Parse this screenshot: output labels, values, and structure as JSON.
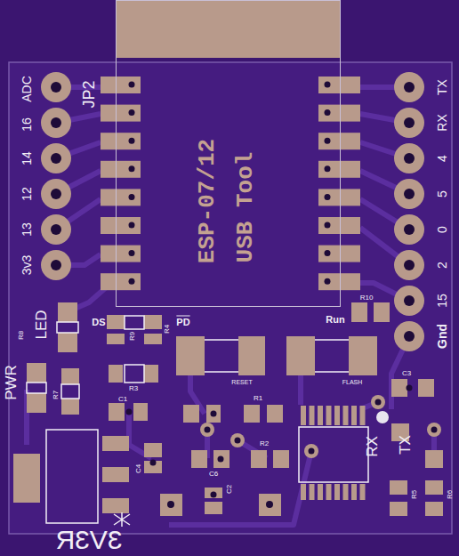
{
  "diagram": {
    "nodes": [
      {
        "text": [
          "ESP-07/12",
          "USB Tool"
        ]
      }
    ],
    "labels": [
      "ADC",
      "16",
      "14",
      "12",
      "13",
      "3v3",
      "JP2",
      "TX",
      "RX",
      "4",
      "5",
      "0",
      "2",
      "15",
      "Gnd",
      "DS",
      "PD",
      "R8",
      "LED",
      "R9",
      "R4",
      "R10",
      "Run",
      "PWR",
      "R7",
      "R3",
      "RESET",
      "FLASH",
      "C3",
      "C1",
      "R1",
      "R2",
      "C4",
      "C6",
      "C2",
      "RX",
      "TX",
      "R5",
      "R6",
      "3V3R"
    ]
  }
}
